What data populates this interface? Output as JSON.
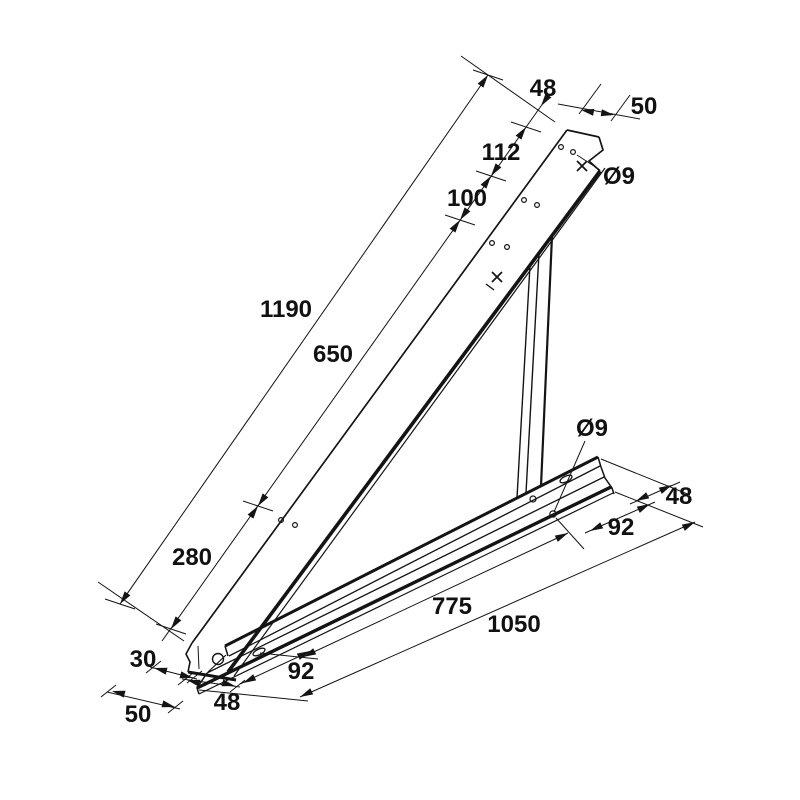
{
  "drawing": {
    "type": "technical dimension drawing",
    "subject": "triangular mounting bracket with inclined beam, bottom rail and back support strut",
    "units": "mm",
    "dimensions": {
      "top_48": "48",
      "top_50": "50",
      "top_112": "112",
      "top_100": "100",
      "hole_top": "Ø9",
      "hole_mid": "Ø9",
      "incline_total": "1190",
      "incline_650": "650",
      "incline_280": "280",
      "right_48": "48",
      "right_92": "92",
      "bottom_775": "775",
      "bottom_total": "1050",
      "bottom_92": "92",
      "left_30": "30",
      "left_48": "48",
      "left_50": "50"
    },
    "line_color": "#141414",
    "background_color": "#ffffff"
  }
}
